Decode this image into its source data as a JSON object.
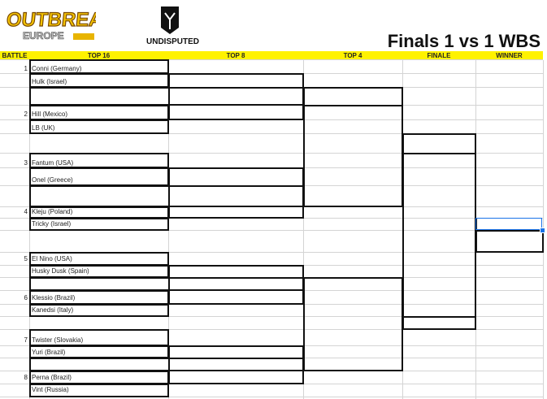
{
  "logos": {
    "left": "OUTBREAK EUROPE HIP HOP FESTIVAL",
    "right": "UNDISPUTED"
  },
  "title": "Finals 1 vs 1 WBS",
  "columns": [
    "BATTLE",
    "TOP 16",
    "TOP 8",
    "TOP 4",
    "FINALE",
    "WINNER"
  ],
  "battles": [
    {
      "number": "1",
      "p1": "Conni (Germany)",
      "p2": "Hulk (Israel)"
    },
    {
      "number": "2",
      "p1": "Hill (Mexico)",
      "p2": "LB (UK)"
    },
    {
      "number": "3",
      "p1": "Fantum (USA)",
      "p2": "Onel (Greece)"
    },
    {
      "number": "4",
      "p1": "Kleju (Poland)",
      "p2": "Tricky (Israel)"
    },
    {
      "number": "5",
      "p1": "El Nino (USA)",
      "p2": "Husky Dusk (Spain)"
    },
    {
      "number": "6",
      "p1": "Klessio (Brazil)",
      "p2": "Kanedsi (Italy)"
    },
    {
      "number": "7",
      "p1": "Twister (Slovakia)",
      "p2": "Yuri (Brazil)"
    },
    {
      "number": "8",
      "p1": "Perna (Brazil)",
      "p2": "Vint (Russia)"
    }
  ],
  "colors": {
    "header": "#fff200",
    "selection": "#1a73e8"
  }
}
